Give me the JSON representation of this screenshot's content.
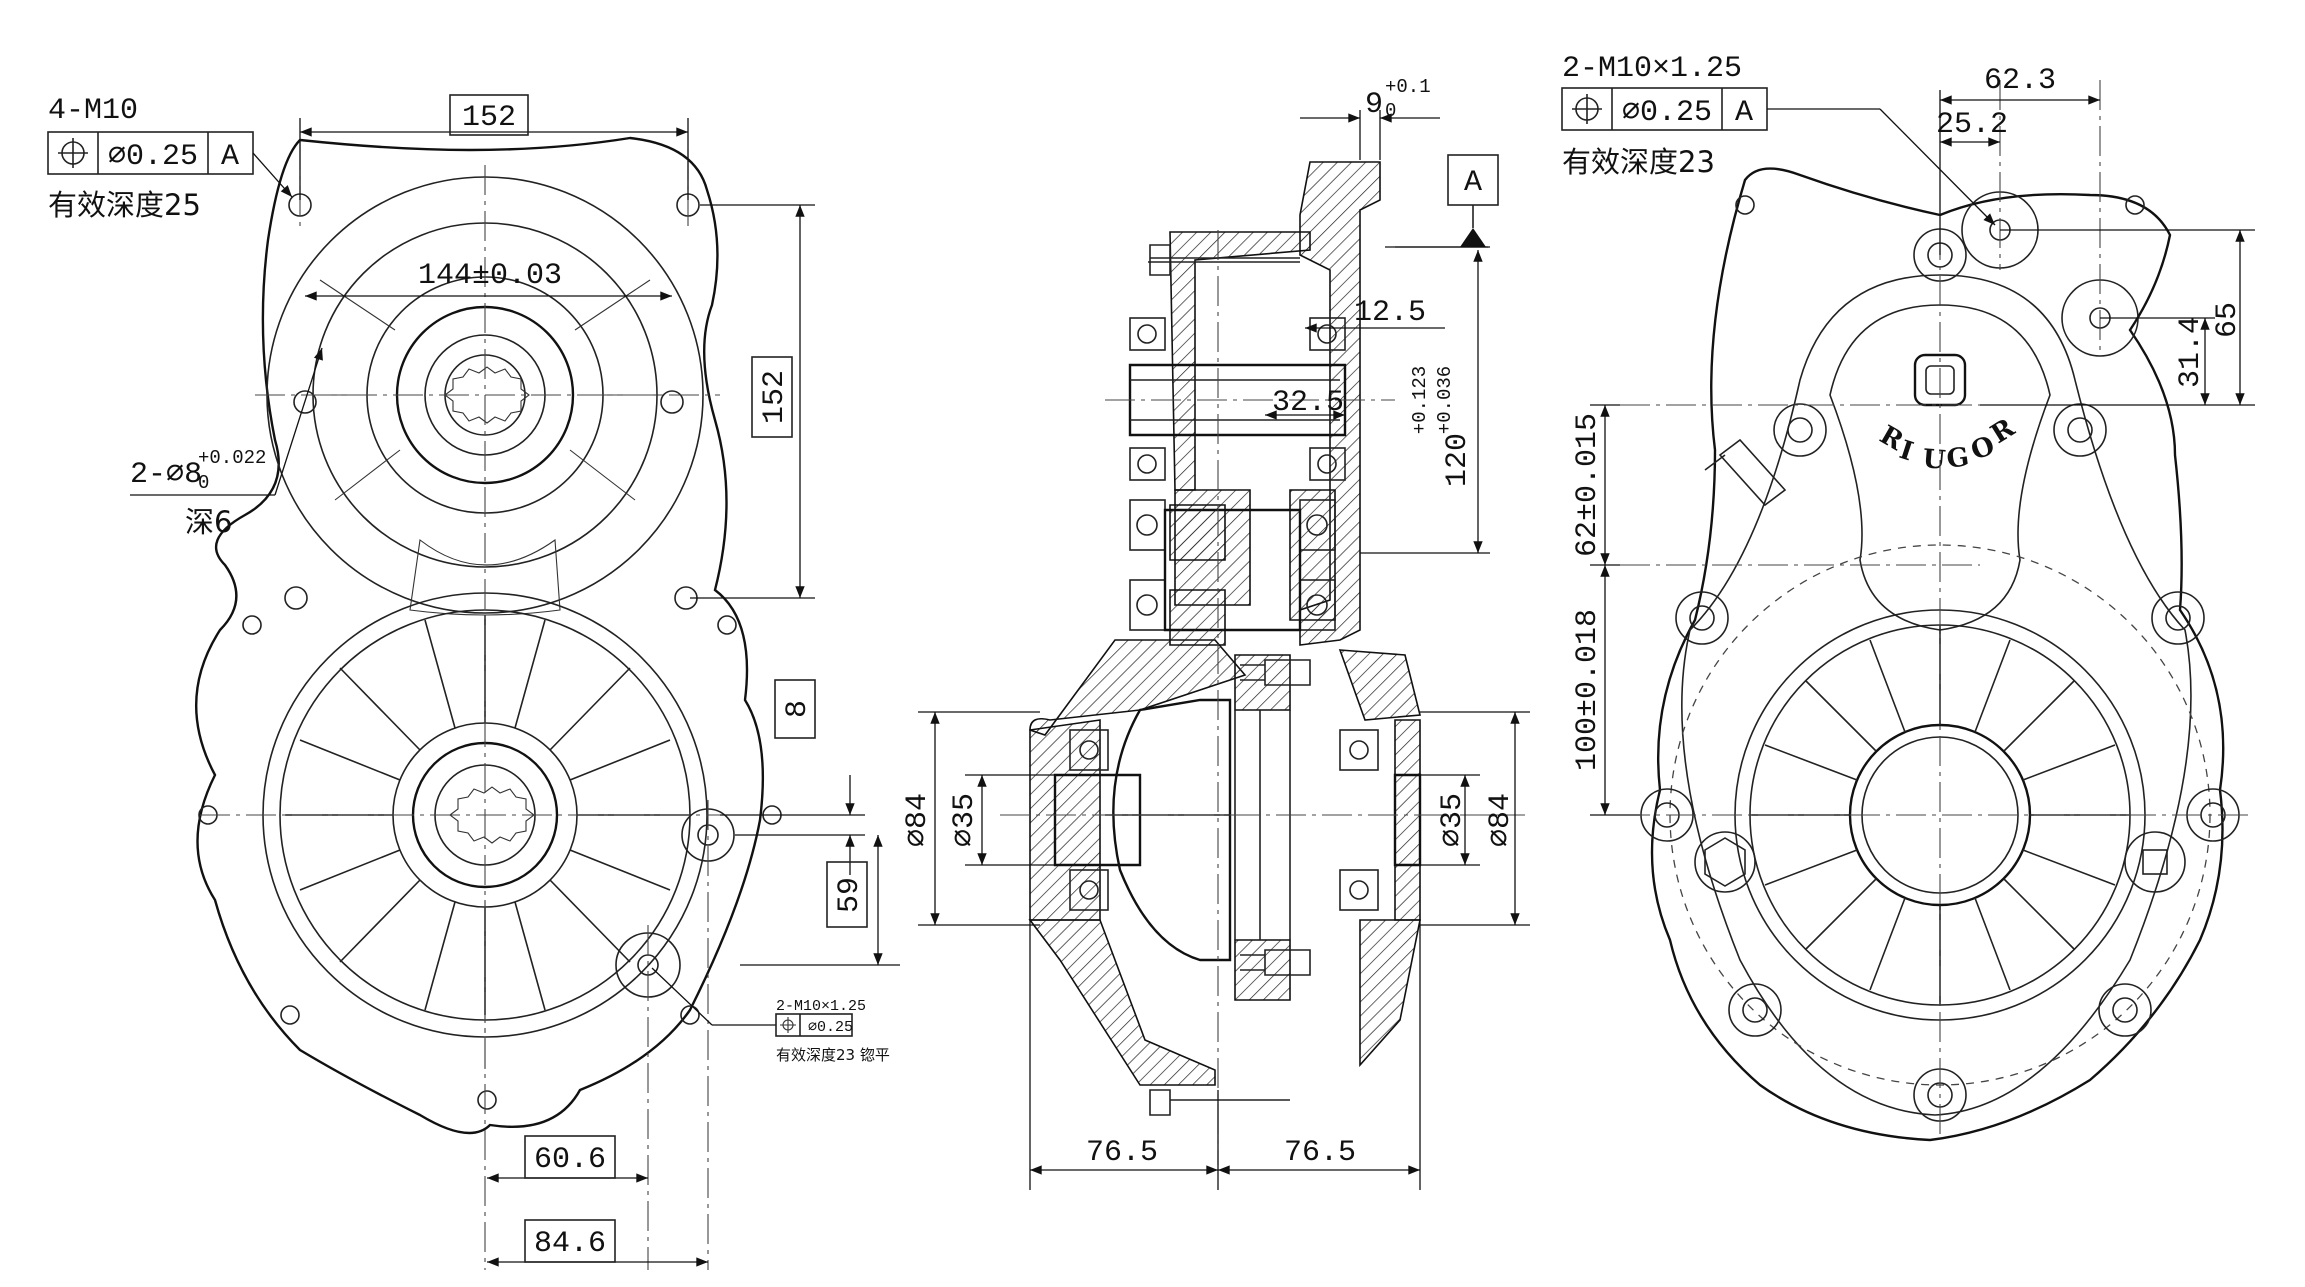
{
  "drawing": {
    "left_view": {
      "callout_top": {
        "label": "4-M10",
        "tolerance": "⌀0.25",
        "datum": "A",
        "note": "有效深度25"
      },
      "dim_top_width": "152",
      "dim_bolt_circle": "144±0.03",
      "dim_right_height": "152",
      "callout_pin": {
        "label": "2-⌀8",
        "tol_upper": "+0.022",
        "tol_lower": "0",
        "depth": "深6"
      },
      "dim_box_8": "8",
      "dim_59": "59",
      "dim_60_6": "60.6",
      "dim_84_6": "84.6",
      "callout_small": {
        "label": "2-M10×1.25",
        "tolerance": "⌀0.25",
        "note": "有效深度23 锪平"
      }
    },
    "section_view": {
      "dim_9": "9",
      "dim_9_upper": "+0.1",
      "dim_9_lower": "0",
      "datum": "A",
      "dim_12_5": "12.5",
      "dim_32_5": "32.5",
      "dim_120": "120",
      "dim_120_upper": "+0.123",
      "dim_120_lower": "+0.036",
      "dim_d84_left": "⌀84",
      "dim_d35_left": "⌀35",
      "dim_d35_right": "⌀35",
      "dim_d84_right": "⌀84",
      "dim_76_5_left": "76.5",
      "dim_76_5_right": "76.5"
    },
    "right_view": {
      "callout": {
        "label": "2-M10×1.25",
        "tolerance": "⌀0.25",
        "datum": "A",
        "note": "有效深度23"
      },
      "dim_62_3": "62.3",
      "dim_25_2": "25.2",
      "dim_65": "65",
      "dim_31_4": "31.4",
      "dim_62": "62±0.015",
      "dim_100": "100±0.018",
      "logo_letters": [
        "R",
        "I",
        "U",
        "G",
        "O",
        "R"
      ]
    }
  }
}
